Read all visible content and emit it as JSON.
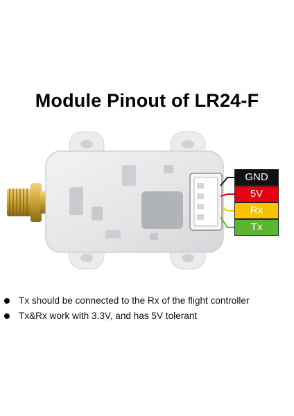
{
  "title": "Module Pinout of LR24-F",
  "pins": [
    {
      "label": "GND",
      "bg": "#111111",
      "fg": "#ffffff",
      "wire": "#111111"
    },
    {
      "label": "5V",
      "bg": "#e60012",
      "fg": "#ffffff",
      "wire": "#e60012"
    },
    {
      "label": "Rx",
      "bg": "#f8c300",
      "fg": "#ffffff",
      "wire": "#f8c300"
    },
    {
      "label": "Tx",
      "bg": "#5bb531",
      "fg": "#ffffff",
      "wire": "#5bb531"
    }
  ],
  "notes": [
    "Tx should be connected to the Rx of the flight controller",
    "Tx&Rx work with 3.3V, and has 5V tolerant"
  ],
  "colors": {
    "antenna_gold": "#c9a032",
    "case_white": "#e9e9ea",
    "pcb_gray": "#b9bbbe"
  }
}
